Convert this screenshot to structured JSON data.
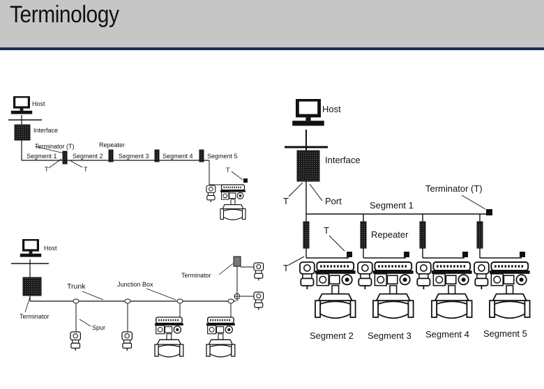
{
  "title": "Terminology",
  "diagram_a": {
    "host": "Host",
    "interface": "Interface",
    "terminator": "Terminator (T)",
    "repeater": "Repeater",
    "t": "T",
    "segments": [
      "Segment 1",
      "Segment 2",
      "Segment 3",
      "Segment 4",
      "Segment 5"
    ]
  },
  "diagram_b": {
    "host": "Host",
    "terminator_top": "Terminator",
    "trunk": "Trunk",
    "junction_box": "Junction Box",
    "terminator_left": "Terminator",
    "spur": "Spur"
  },
  "diagram_c": {
    "host": "Host",
    "interface": "Interface",
    "t": "T",
    "port": "Port",
    "terminator": "Terminator (T)",
    "segment1": "Segment 1",
    "repeater": "Repeater",
    "segments": [
      "Segment 2",
      "Segment 3",
      "Segment 4",
      "Segment 5"
    ]
  }
}
